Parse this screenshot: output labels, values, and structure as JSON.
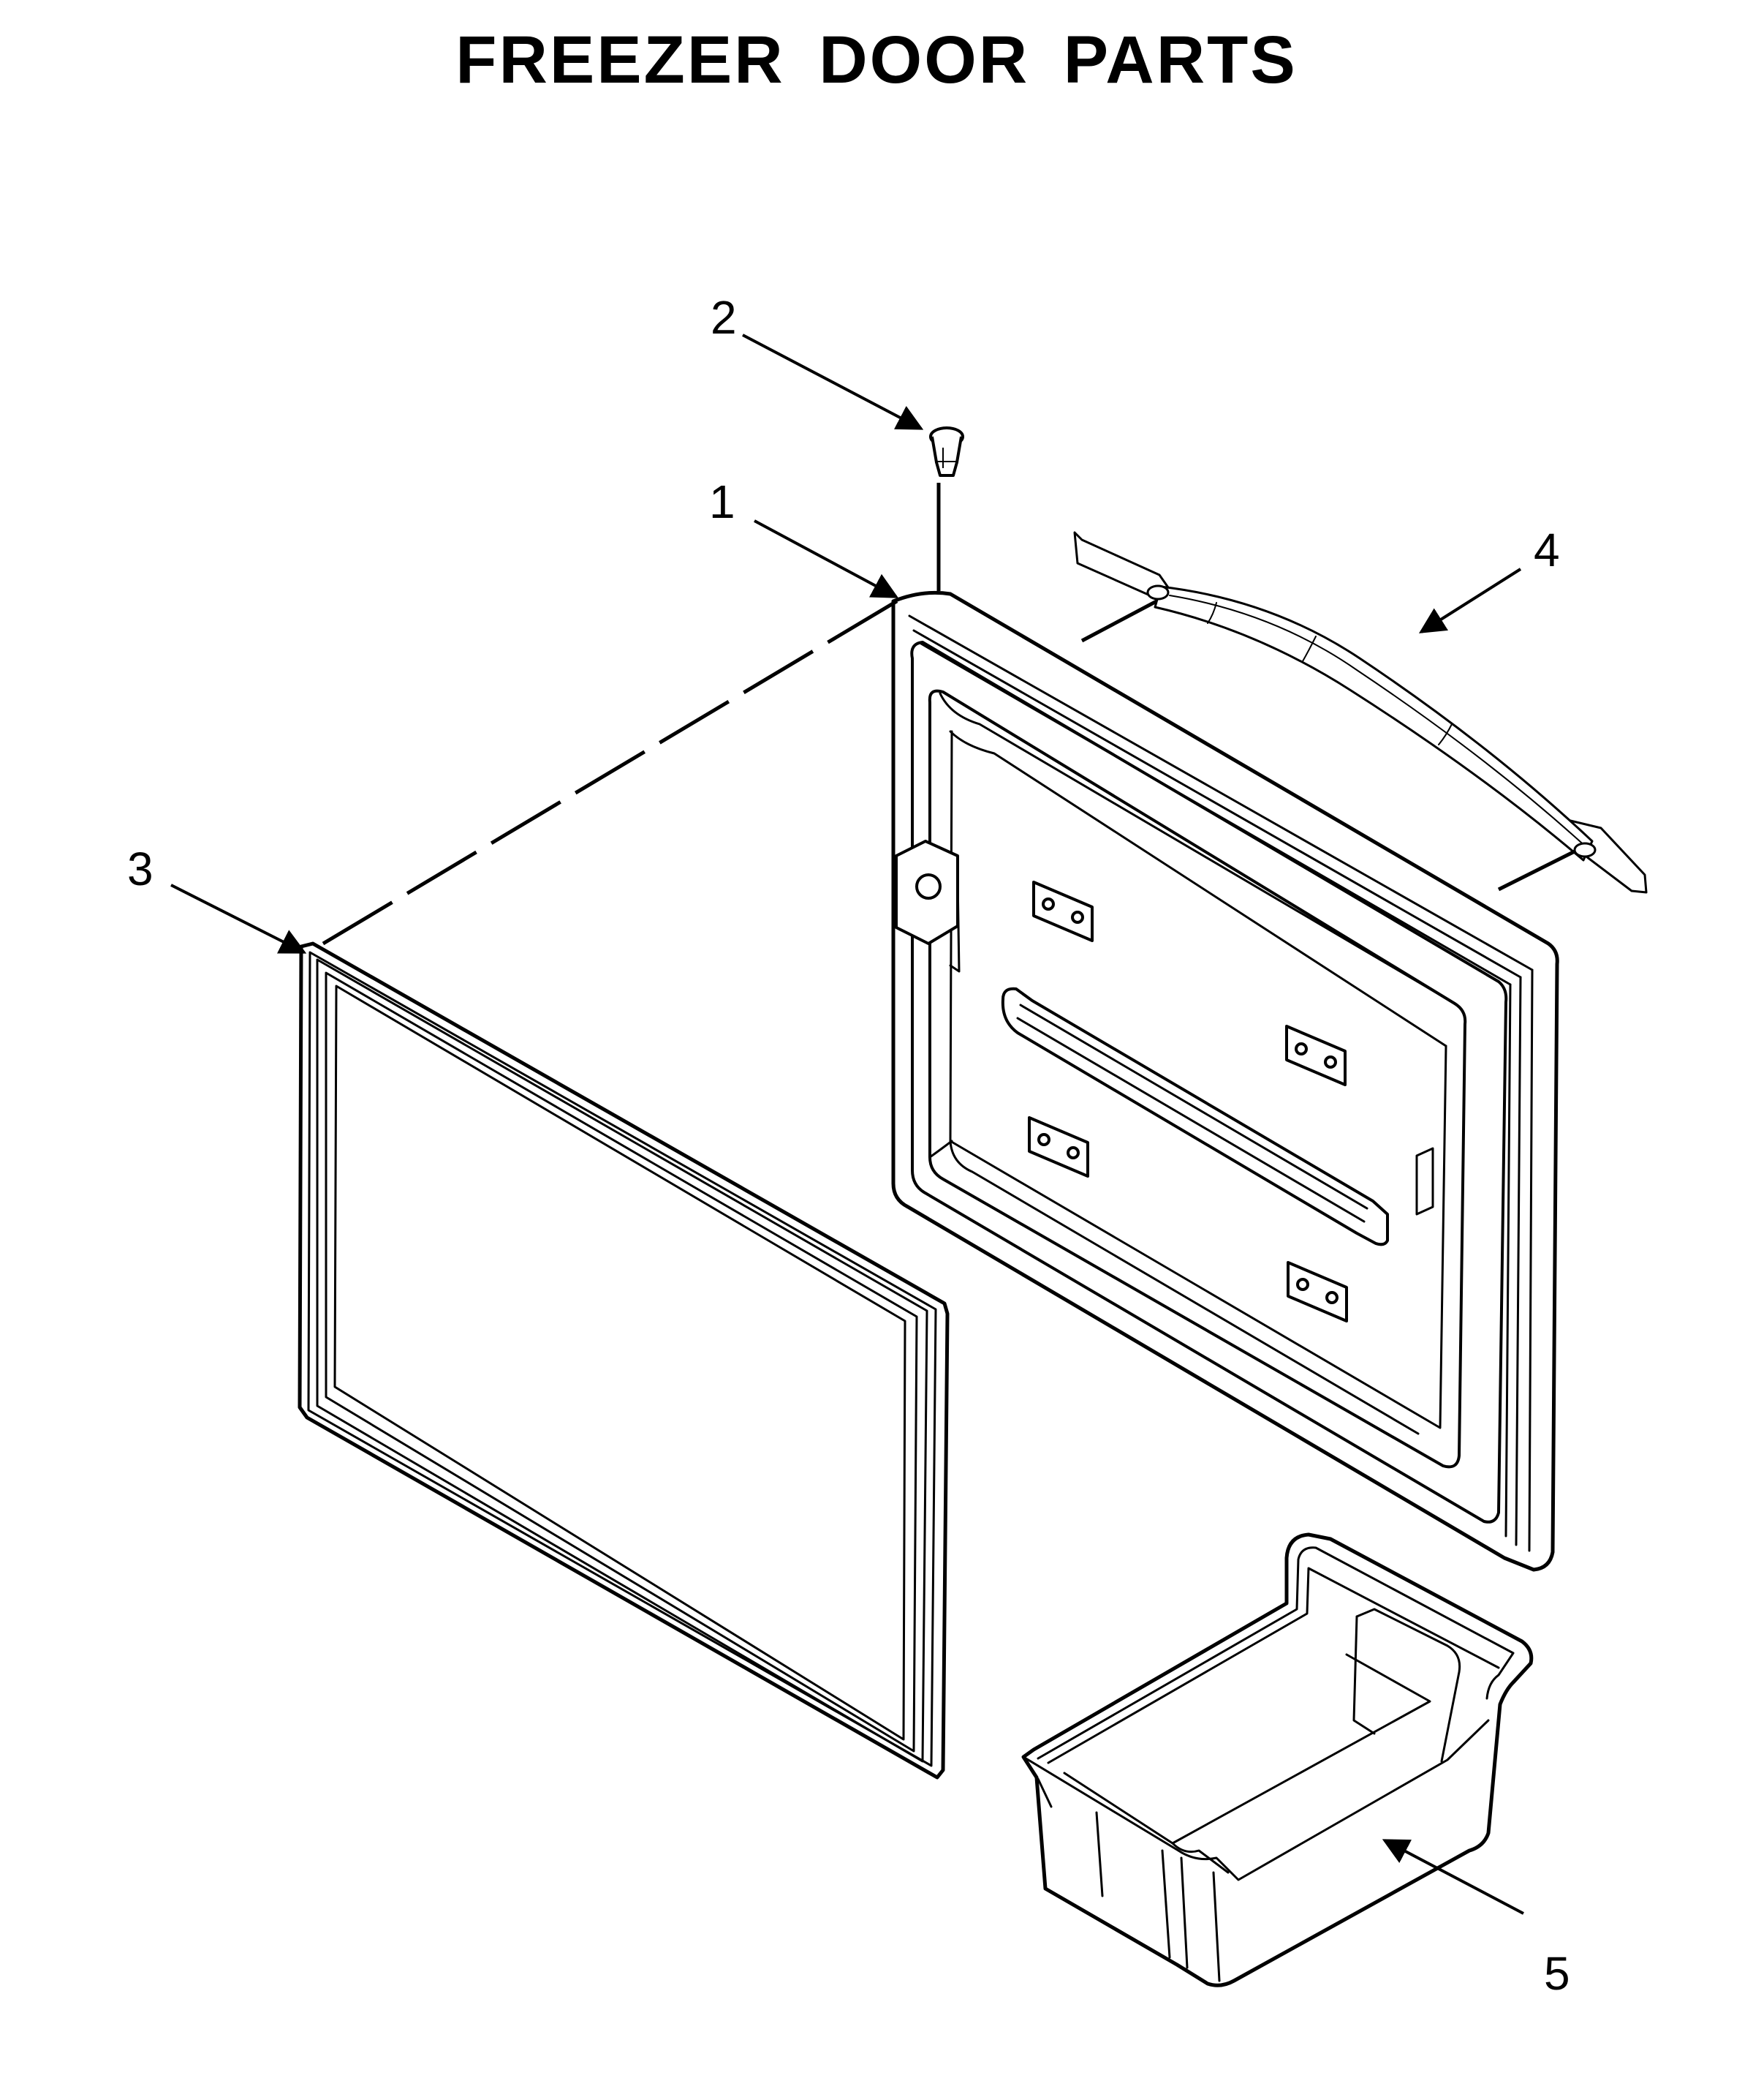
{
  "title": "FREEZER DOOR PARTS",
  "callouts": [
    {
      "id": "1",
      "label": "1"
    },
    {
      "id": "2",
      "label": "2"
    },
    {
      "id": "3",
      "label": "3"
    },
    {
      "id": "4",
      "label": "4"
    },
    {
      "id": "5",
      "label": "5"
    }
  ],
  "parts": [
    {
      "callout": "1",
      "icon": "freezer-door-icon"
    },
    {
      "callout": "2",
      "icon": "screw-icon"
    },
    {
      "callout": "3",
      "icon": "door-gasket-icon"
    },
    {
      "callout": "4",
      "icon": "door-handle-icon"
    },
    {
      "callout": "5",
      "icon": "door-bin-icon"
    }
  ],
  "colors": {
    "line": "#000000",
    "background": "#ffffff"
  }
}
